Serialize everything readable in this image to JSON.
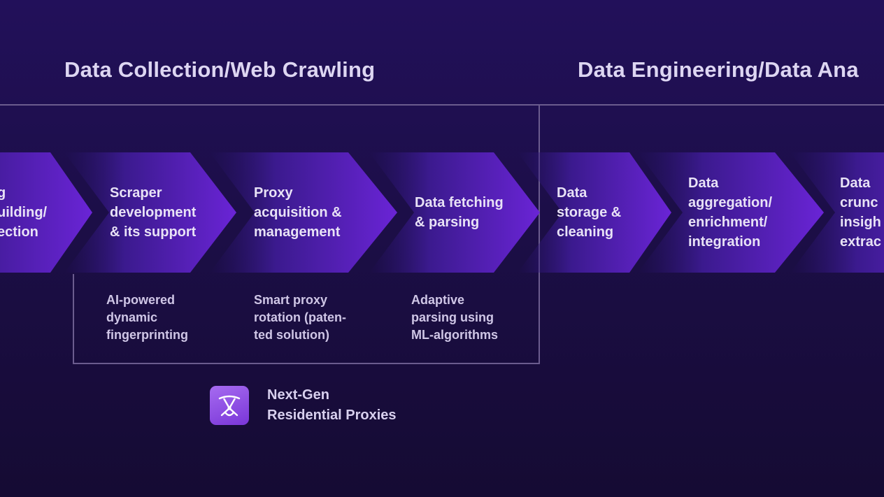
{
  "sections": {
    "collection_title": "Data Collection/Web Crawling",
    "engineering_title": "Data Engineering/Data Ana"
  },
  "steps": [
    {
      "label": "g\nuilding/\nection"
    },
    {
      "label": "Scraper\ndevelopment\n& its support"
    },
    {
      "label": "Proxy\nacquisition &\nmanagement"
    },
    {
      "label": "Data fetching\n& parsing"
    },
    {
      "label": "Data\nstorage &\ncleaning"
    },
    {
      "label": "Data\naggregation/\nenrichment/\nintegration"
    },
    {
      "label": "Data\ncrunc\ninsigh\nextrac"
    }
  ],
  "features": [
    {
      "label": "AI-powered\ndynamic\nfingerprinting"
    },
    {
      "label": "Smart proxy\nrotation (paten-\nted solution)"
    },
    {
      "label": "Adaptive\nparsing using\nML-algorithms"
    }
  ],
  "legend": {
    "label": "Next-Gen\nResidential Proxies",
    "icon": "proxy-network-icon"
  },
  "colors": {
    "background": "#1e0f4d",
    "chevron_start": "#2a1470",
    "chevron_end": "#6a24d6",
    "line": "#6b5c8e"
  }
}
